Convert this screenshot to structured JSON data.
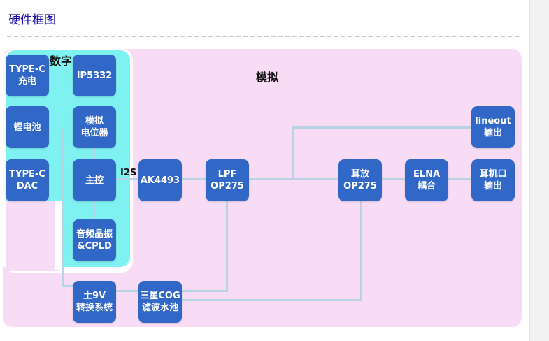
{
  "page_title": "硬件框图",
  "regions": {
    "digital": "数字",
    "analog": "模拟"
  },
  "bus_label": "I2S",
  "blocks": {
    "typec_charge": [
      "TYPE-C",
      "充电"
    ],
    "ip5332": [
      "IP5332"
    ],
    "battery": [
      "锂电池"
    ],
    "analog_pot": [
      "模拟",
      "电位器"
    ],
    "typec_dac": [
      "TYPE-C",
      "DAC"
    ],
    "mcu": [
      "主控"
    ],
    "osc_cpld": [
      "音频晶振",
      "&CPLD"
    ],
    "ak4493": [
      "AK4493"
    ],
    "lpf": [
      "LPF",
      "OP275"
    ],
    "amp": [
      "耳放",
      "OP275"
    ],
    "elna": [
      "ELNA",
      "耦合"
    ],
    "lineout": [
      "lineout",
      "输出"
    ],
    "headphone": [
      "耳机口",
      "输出"
    ],
    "psu": [
      "土9V",
      "转换系统"
    ],
    "filter": [
      "三星COG",
      "滤波水池"
    ]
  }
}
